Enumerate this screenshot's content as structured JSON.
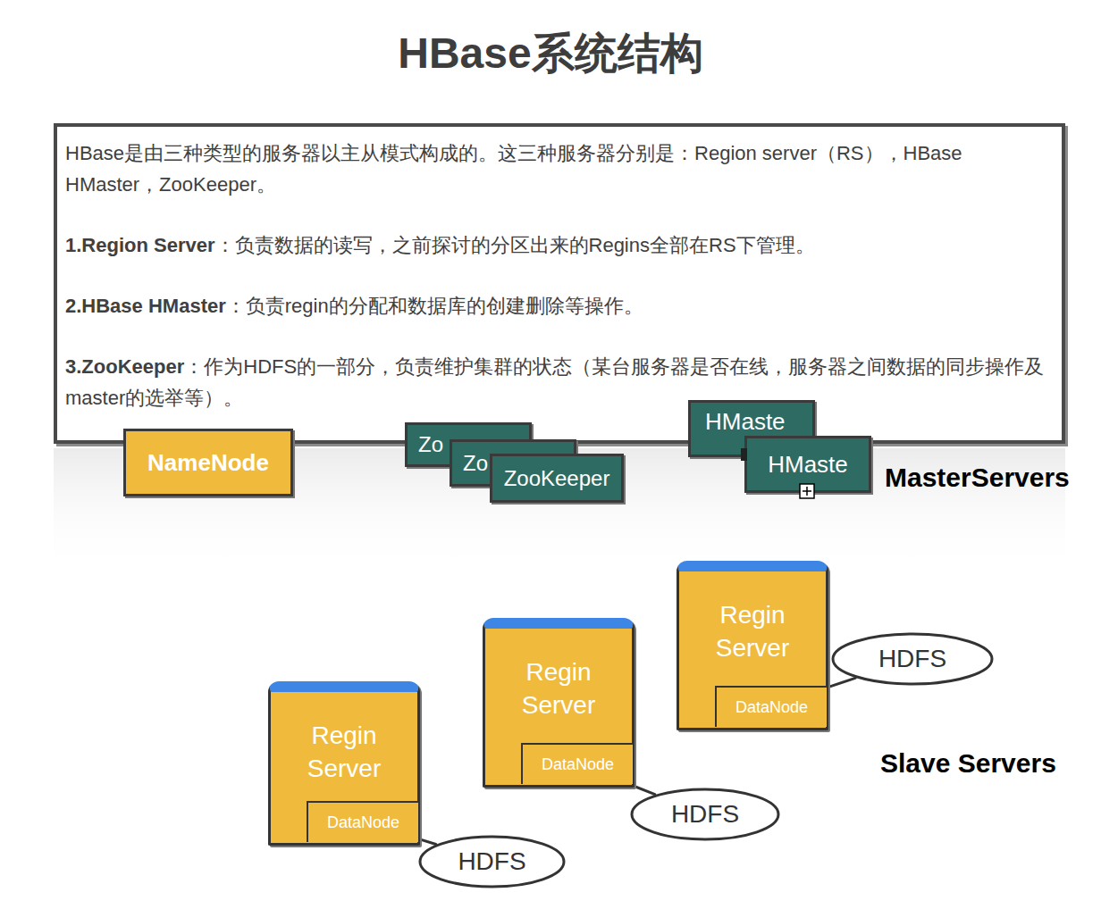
{
  "diagram": {
    "title": "HBase系统结构",
    "nodes": [
      {
        "text": [
          "HBase是由三种类型的服务器以主从模式构成的。这三种服务器分别是：Region server（RS），HBase HMaster，ZooKeeper。",
          "1.Region Server",
          "：负责数据的读写，之前探讨的分区出来的Regins全部在RS下管理。",
          "2.HBase HMaster",
          "：负责regin的分配和数据库的创建删除等操作。",
          "3.ZooKeeper",
          "：作为HDFS的一部分，负责维护集群的状态（某台服务器是否在线，服务器之间数据的同步操作及master的选举等）。"
        ]
      },
      {
        "text": [
          "NameNode"
        ]
      },
      {
        "text": [
          "Zo"
        ]
      },
      {
        "text": [
          "Zo"
        ]
      },
      {
        "text": [
          "ZooKeeper"
        ]
      },
      {
        "text": [
          "HMaste"
        ]
      },
      {
        "text": [
          "HMaste"
        ]
      },
      {
        "text": [
          "Regin Server"
        ]
      },
      {
        "text": [
          "DataNode"
        ],
        "in": 7
      },
      {
        "text": [
          "HDFS"
        ]
      },
      {
        "text": [
          "Regin Server"
        ]
      },
      {
        "text": [
          "DataNode"
        ],
        "in": 10
      },
      {
        "text": [
          "HDFS"
        ]
      },
      {
        "text": [
          "Regin Server"
        ]
      },
      {
        "text": [
          "DataNode"
        ],
        "in": 13
      },
      {
        "text": [
          "HDFS"
        ]
      }
    ],
    "edges": [
      {
        "from": 8,
        "to": 9,
        "arrow": "none"
      },
      {
        "from": 11,
        "to": 12,
        "arrow": "none"
      },
      {
        "from": 14,
        "to": 15,
        "arrow": "none"
      }
    ],
    "labels": [
      "MasterServers",
      "Slave Servers"
    ]
  }
}
